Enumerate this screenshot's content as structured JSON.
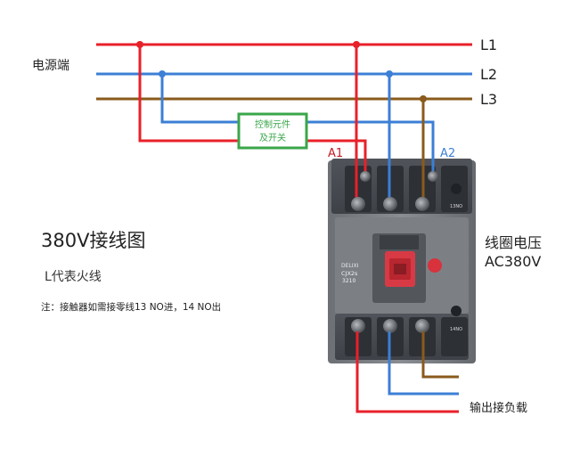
{
  "diagram": {
    "power_source_label": "电源端",
    "lines": [
      {
        "name": "L1",
        "color": "#e8202a"
      },
      {
        "name": "L2",
        "color": "#3c7fd6"
      },
      {
        "name": "L3",
        "color": "#8a5a1c"
      }
    ],
    "control_box": {
      "line1": "控制元件",
      "line2": "及开关",
      "color": "#3aa64a"
    },
    "coil_terminals": {
      "a1": "A1",
      "a2": "A2"
    },
    "title": "380V接线图",
    "subtitle": "L代表火线",
    "note": "注：接触器如需接零线13 NO进，14 NO出",
    "coil_voltage": {
      "line1": "线圈电压",
      "line2": "AC380V"
    },
    "output_label": "输出接负载",
    "contactor": {
      "model_line1": "CJX2s",
      "model_line2": "3210",
      "brand": "DELIXI",
      "aux_top": "13NO",
      "aux_bottom": "14NO"
    }
  }
}
